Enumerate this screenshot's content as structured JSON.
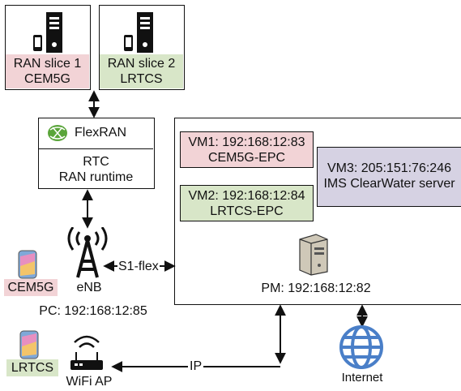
{
  "slices": [
    {
      "title": "RAN slice 1",
      "sub": "CEM5G",
      "color": "#f2d3d6"
    },
    {
      "title": "RAN slice 2",
      "sub": "LRTCS",
      "color": "#d8e6c8"
    }
  ],
  "flexran": {
    "name": "FlexRAN",
    "rtc": "RTC",
    "runtime": "RAN runtime"
  },
  "vms": [
    {
      "line1": "VM1: 192:168:12:83",
      "line2": "CEM5G-EPC"
    },
    {
      "line1": "VM2: 192:168:12:84",
      "line2": "LRTCS-EPC"
    },
    {
      "line1": "VM3: 205:151:76:246",
      "line2": "IMS ClearWater server"
    }
  ],
  "pm_label": "PM: 192:168:12:82",
  "enb": {
    "name": "eNB",
    "pc": "PC: 192:168:12:85",
    "link": "S1-flex"
  },
  "ue": {
    "cem5g": "CEM5G",
    "lrtcs": "LRTCS"
  },
  "wifi": {
    "name": "WiFi AP",
    "link": "IP"
  },
  "internet": "Internet",
  "icons": [
    "server-phone-icon",
    "flexran-logo-icon",
    "antenna-tower-icon",
    "smartphone-icon",
    "router-icon",
    "globe-icon",
    "pc-server-icon"
  ]
}
